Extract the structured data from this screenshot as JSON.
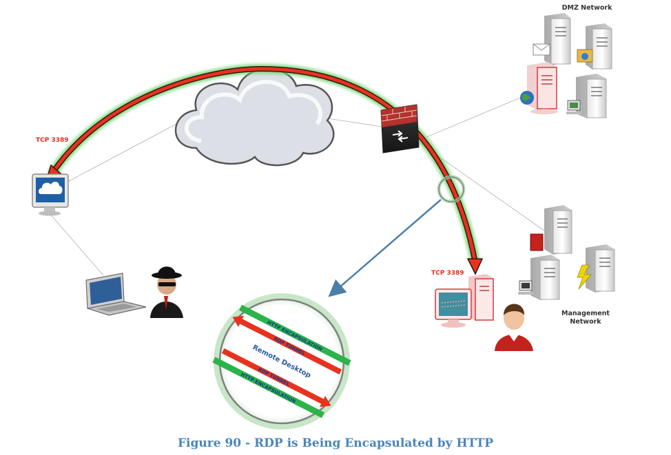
{
  "labels": {
    "dmz_network": "DMZ Network",
    "tcp_left": "TCP 3389",
    "tcp_right": "TCP 3389",
    "management_line1": "Management",
    "management_line2": "Network"
  },
  "tunnel": {
    "green_top": "HTTP ENCAPSULATION",
    "red_top": "RDP TUNNEL",
    "center": "Remote Desktop",
    "red_bottom": "RDP TUNNEL",
    "green_bottom": "HTTP ENCAPSULATION"
  },
  "caption": "Figure 90 - RDP is Being Encapsulated by HTTP",
  "colors": {
    "arrow_red": "#e8321e",
    "glow_green": "#4caf50",
    "tunnel_green": "#2db34a",
    "caption_blue": "#4a86b8",
    "pointer_blue": "#4a7fa8",
    "label_red": "#e03020"
  },
  "icons": [
    "cloud-icon",
    "firewall-icon",
    "monitor-icon",
    "laptop-icon",
    "hacker-icon",
    "mail-server-icon",
    "folder-server-icon",
    "web-server-icon",
    "workstation-server-icon",
    "book-server-icon",
    "terminal-server-icon",
    "power-server-icon",
    "target-pc-icon",
    "user-icon",
    "magnifier-icon"
  ]
}
